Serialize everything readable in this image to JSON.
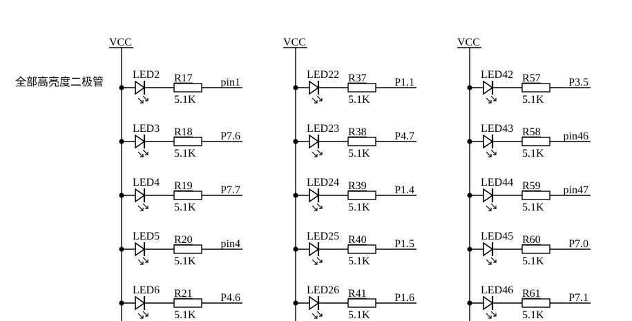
{
  "diagram": {
    "annotation": "全部高亮度二极管",
    "supply_label": "VCC",
    "resistor_value": "5.1K",
    "line_color": "#000000",
    "background": "#ffffff",
    "columns": [
      {
        "rows": [
          {
            "led": "LED2",
            "resistor": "R17",
            "pin": "pin1"
          },
          {
            "led": "LED3",
            "resistor": "R18",
            "pin": "P7.6"
          },
          {
            "led": "LED4",
            "resistor": "R19",
            "pin": "P7.7"
          },
          {
            "led": "LED5",
            "resistor": "R20",
            "pin": "pin4"
          },
          {
            "led": "LED6",
            "resistor": "R21",
            "pin": "P4.6"
          }
        ]
      },
      {
        "rows": [
          {
            "led": "LED22",
            "resistor": "R37",
            "pin": "P1.1"
          },
          {
            "led": "LED23",
            "resistor": "R38",
            "pin": "P4.7"
          },
          {
            "led": "LED24",
            "resistor": "R39",
            "pin": "P1.4"
          },
          {
            "led": "LED25",
            "resistor": "R40",
            "pin": "P1.5"
          },
          {
            "led": "LED26",
            "resistor": "R41",
            "pin": "P1.6"
          }
        ]
      },
      {
        "rows": [
          {
            "led": "LED42",
            "resistor": "R57",
            "pin": "P3.5"
          },
          {
            "led": "LED43",
            "resistor": "R58",
            "pin": "pin46"
          },
          {
            "led": "LED44",
            "resistor": "R59",
            "pin": "pin47"
          },
          {
            "led": "LED45",
            "resistor": "R60",
            "pin": "P7.0"
          },
          {
            "led": "LED46",
            "resistor": "R61",
            "pin": "P7.1"
          }
        ]
      }
    ]
  }
}
